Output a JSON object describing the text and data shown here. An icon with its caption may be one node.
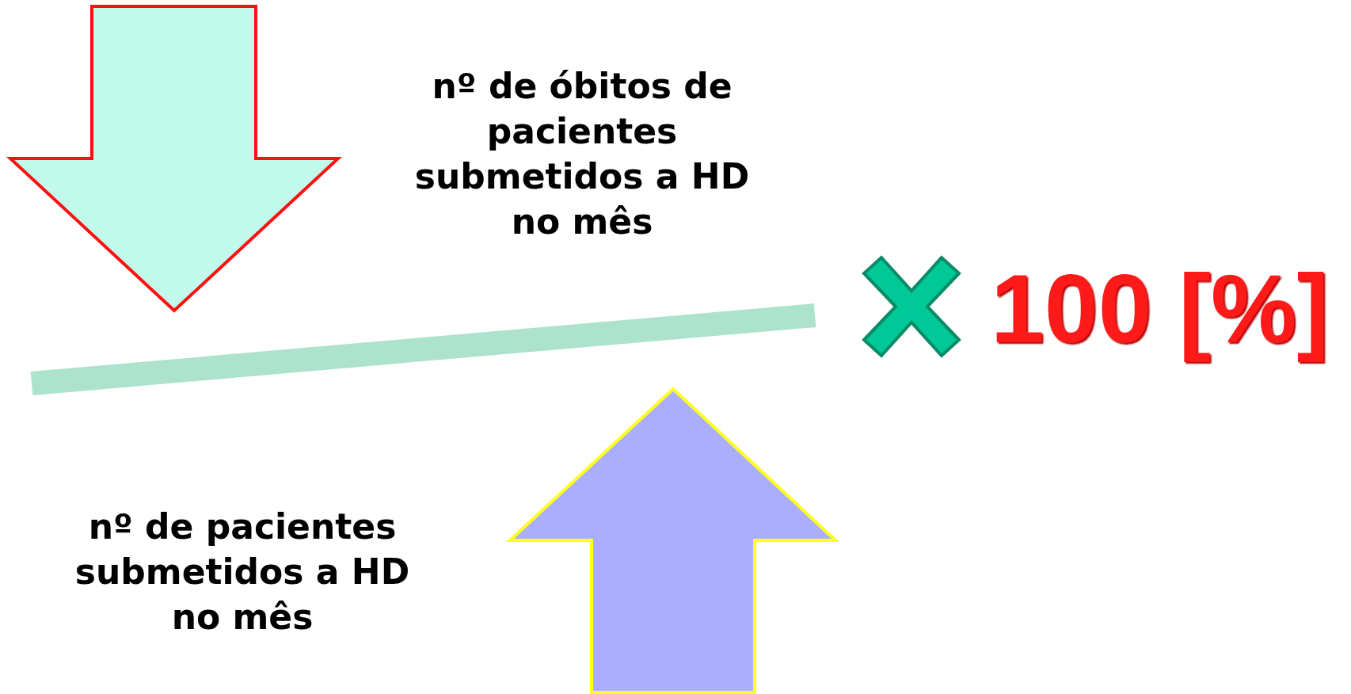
{
  "diagram": {
    "labels": [
      "nº de óbitos de pacientes submetidos a HD no mês",
      "100 [%]",
      "nº de pacientes submetidos a HD no mês"
    ]
  }
}
